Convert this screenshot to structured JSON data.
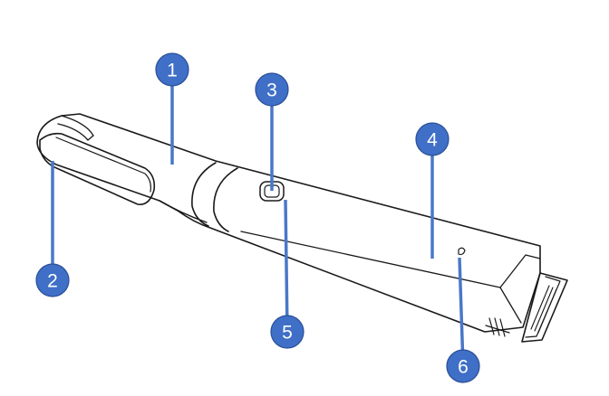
{
  "colors": {
    "callout_fill": "#3f6fc7",
    "callout_stroke": "#2a4f96",
    "leader_line": "#4a78c8",
    "device_outline": "#1a1a1a",
    "device_fill": "#ffffff",
    "background": "#ffffff"
  },
  "callouts": [
    {
      "label": "1"
    },
    {
      "label": "2"
    },
    {
      "label": "3"
    },
    {
      "label": "4"
    },
    {
      "label": "5"
    },
    {
      "label": "6"
    }
  ]
}
